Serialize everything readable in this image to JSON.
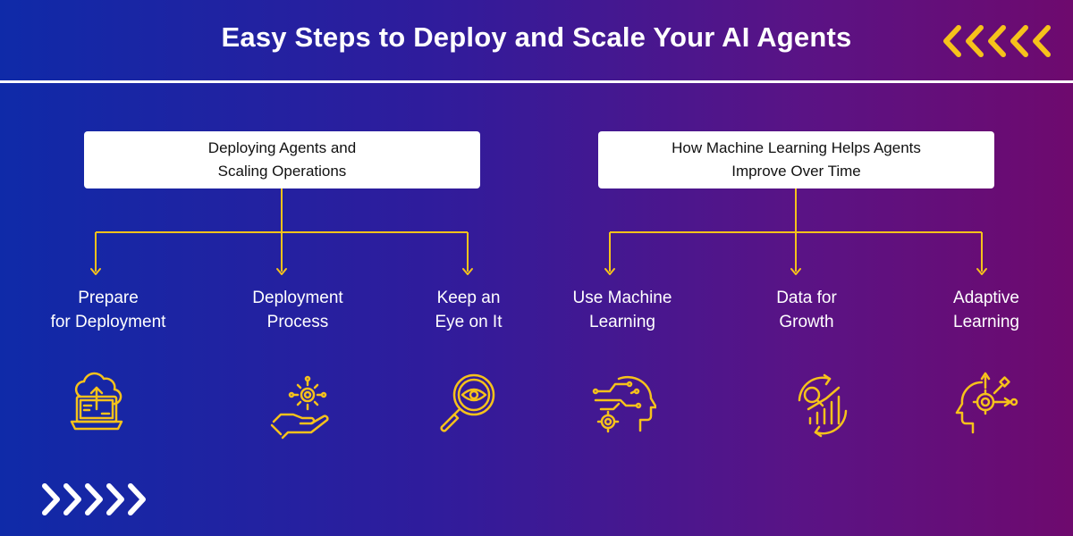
{
  "header": {
    "title": "Easy Steps to Deploy and Scale Your AI Agents"
  },
  "colors": {
    "accent": "#f6c21b",
    "gradient_start": "#0f2aa8",
    "gradient_end": "#6e0a6e",
    "box_bg": "#ffffff"
  },
  "groups": [
    {
      "title_line1": "Deploying Agents and",
      "title_line2": "Scaling Operations",
      "steps": [
        {
          "line1": "Prepare",
          "line2": "for Deployment",
          "icon": "cloud-laptop-upload-icon"
        },
        {
          "line1": "Deployment",
          "line2": "Process",
          "icon": "hand-gear-icon"
        },
        {
          "line1": "Keep an",
          "line2": "Eye on It",
          "icon": "magnifier-eye-icon"
        }
      ]
    },
    {
      "title_line1": "How Machine Learning Helps Agents",
      "title_line2": "Improve Over Time",
      "steps": [
        {
          "line1": "Use Machine",
          "line2": "Learning",
          "icon": "ai-head-gear-icon"
        },
        {
          "line1": "Data for",
          "line2": "Growth",
          "icon": "growth-chart-cycle-icon"
        },
        {
          "line1": "Adaptive",
          "line2": "Learning",
          "icon": "head-gear-arrows-icon"
        }
      ]
    }
  ],
  "decor": {
    "top_chevrons": "chevrons-left-icon",
    "bottom_chevrons": "chevrons-right-icon"
  }
}
